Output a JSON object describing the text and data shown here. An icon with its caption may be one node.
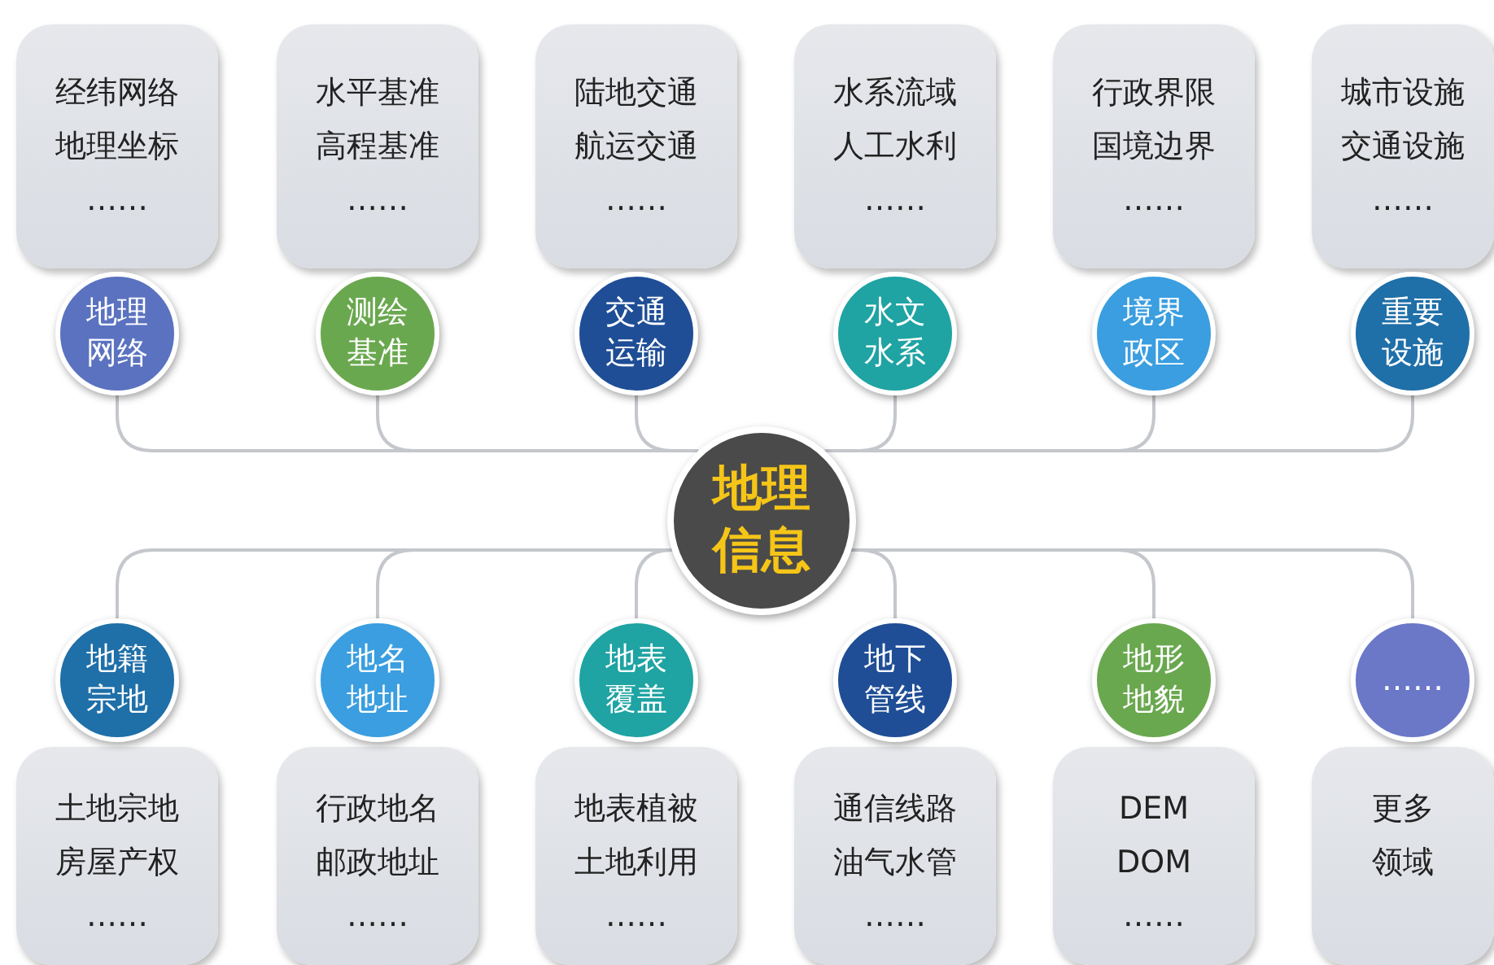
{
  "diagram": {
    "nodes": [
      {
        "text": [
          "经纬网络",
          "地理坐标",
          "……"
        ]
      },
      {
        "text": [
          "地理网络"
        ]
      },
      {
        "text": [
          "水平基准",
          "高程基准",
          "……"
        ]
      },
      {
        "text": [
          "测绘基准"
        ]
      },
      {
        "text": [
          "陆地交通",
          "航运交通",
          "……"
        ]
      },
      {
        "text": [
          "交通运输"
        ]
      },
      {
        "text": [
          "水系流域",
          "人工水利",
          "……"
        ]
      },
      {
        "text": [
          "水文水系"
        ]
      },
      {
        "text": [
          "行政界限",
          "国境边界",
          "……"
        ]
      },
      {
        "text": [
          "境界政区"
        ]
      },
      {
        "text": [
          "城市设施",
          "交通设施",
          "……"
        ]
      },
      {
        "text": [
          "重要设施"
        ]
      },
      {
        "text": [
          "地理信息"
        ]
      },
      {
        "text": [
          "地籍宗地"
        ]
      },
      {
        "text": [
          "土地宗地",
          "房屋产权",
          "……"
        ]
      },
      {
        "text": [
          "地名地址"
        ]
      },
      {
        "text": [
          "行政地名",
          "邮政地址",
          "……"
        ]
      },
      {
        "text": [
          "地表覆盖"
        ]
      },
      {
        "text": [
          "地表植被",
          "土地利用",
          "……"
        ]
      },
      {
        "text": [
          "地下管线"
        ]
      },
      {
        "text": [
          "通信线路",
          "油气水管",
          "……"
        ]
      },
      {
        "text": [
          "地形地貌"
        ]
      },
      {
        "text": [
          "DEM",
          "DOM",
          "……"
        ]
      },
      {
        "text": [
          "……"
        ]
      },
      {
        "text": [
          "更多",
          "领域"
        ]
      }
    ],
    "edges": [
      {
        "from": 12,
        "to": 1,
        "arrow": "none"
      },
      {
        "from": 12,
        "to": 3,
        "arrow": "none"
      },
      {
        "from": 12,
        "to": 5,
        "arrow": "none"
      },
      {
        "from": 12,
        "to": 7,
        "arrow": "none"
      },
      {
        "from": 12,
        "to": 9,
        "arrow": "none"
      },
      {
        "from": 12,
        "to": 11,
        "arrow": "none"
      },
      {
        "from": 12,
        "to": 13,
        "arrow": "none"
      },
      {
        "from": 12,
        "to": 15,
        "arrow": "none"
      },
      {
        "from": 12,
        "to": 17,
        "arrow": "none"
      },
      {
        "from": 12,
        "to": 19,
        "arrow": "none"
      },
      {
        "from": 12,
        "to": 21,
        "arrow": "none"
      },
      {
        "from": 12,
        "to": 23,
        "arrow": "none"
      }
    ]
  }
}
